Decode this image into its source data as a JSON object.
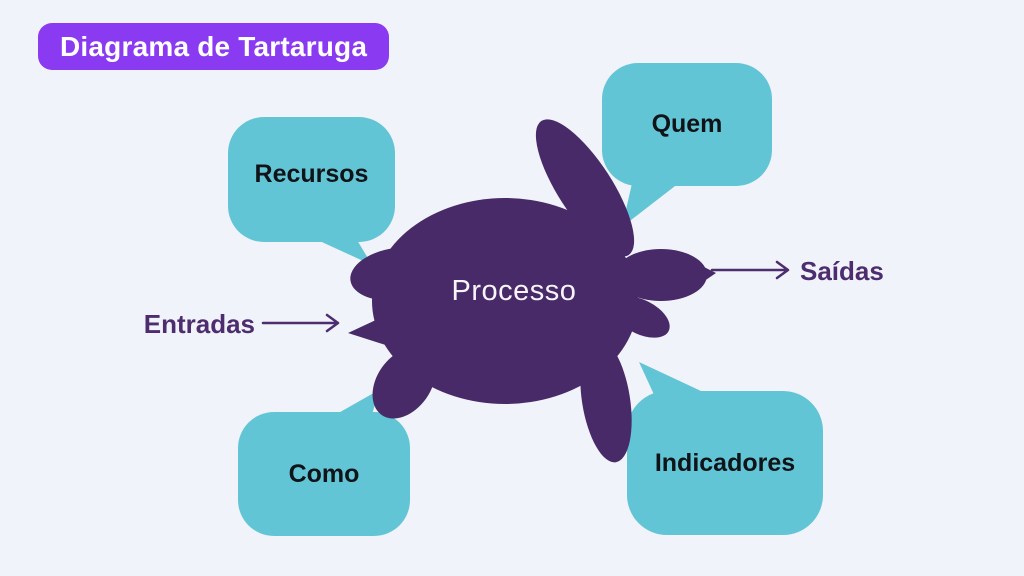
{
  "title": "Diagrama de Tartaruga",
  "diagram": {
    "center": {
      "label": "Processo"
    },
    "bubbles": [
      {
        "id": "recursos",
        "label": "Recursos",
        "position": "top-left"
      },
      {
        "id": "quem",
        "label": "Quem",
        "position": "top-right"
      },
      {
        "id": "como",
        "label": "Como",
        "position": "bottom-left"
      },
      {
        "id": "indicadores",
        "label": "Indicadores",
        "position": "bottom-right"
      }
    ],
    "flows": [
      {
        "id": "entradas",
        "label": "Entradas",
        "direction": "in",
        "side": "left"
      },
      {
        "id": "saidas",
        "label": "Saídas",
        "direction": "out",
        "side": "right"
      }
    ]
  },
  "colors": {
    "background": "#f0f3f9",
    "turtle": "#472a67",
    "bubble": "#62c5d6",
    "badge": "#8a3af0",
    "flow_text": "#4d2d70",
    "bubble_text": "#101418",
    "center_text": "#f7f4fa"
  }
}
